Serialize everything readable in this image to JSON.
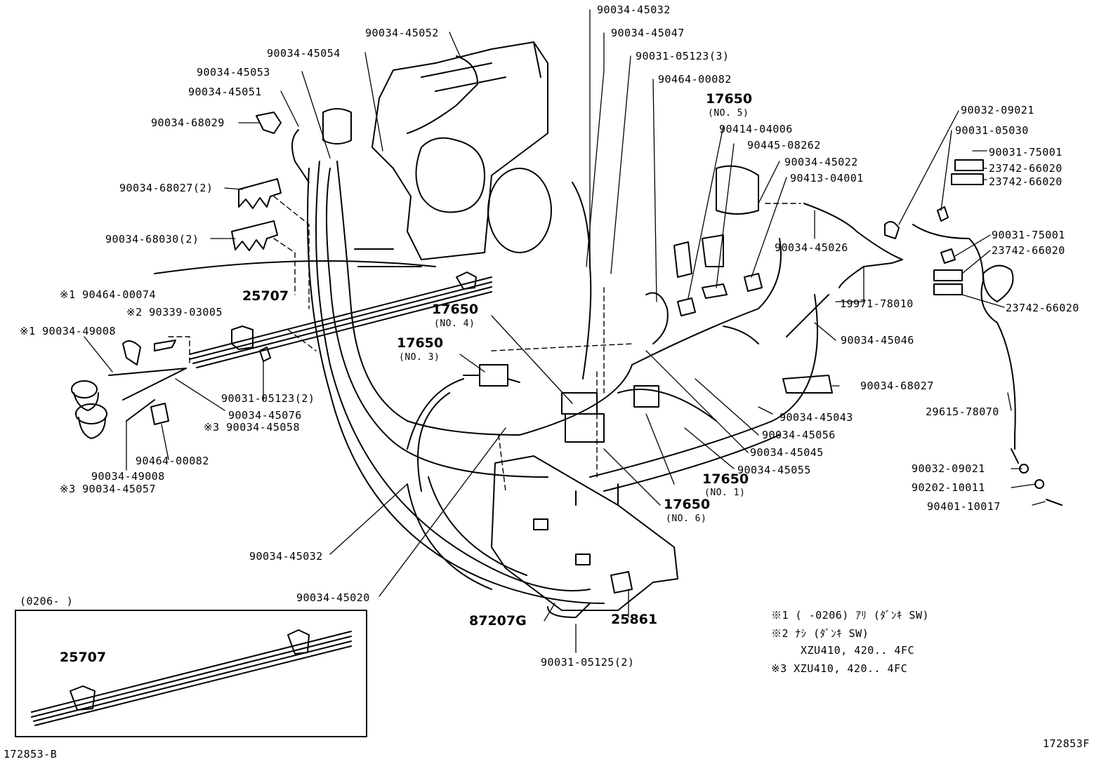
{
  "parts": {
    "p_45032_top": "90034-45032",
    "p_45047": "90034-45047",
    "p_05123_3": "90031-05123(3)",
    "p_00082_top": "90464-00082",
    "p_17650_no5": "17650",
    "p_no5": "(NO. 5)",
    "p_04006": "90414-04006",
    "p_08262": "90445-08262",
    "p_45022": "90034-45022",
    "p_04001": "90413-04001",
    "p_45026": "90034-45026",
    "p_78010": "19971-78010",
    "p_45046": "90034-45046",
    "p_68027_r": "90034-68027",
    "p_45043": "90034-45043",
    "p_45056": "90034-45056",
    "p_45045": "90034-45045",
    "p_45055": "90034-45055",
    "p_17650_no1": "17650",
    "p_no1": "(NO. 1)",
    "p_17650_no6": "17650",
    "p_no6": "(NO. 6)",
    "p_45052": "90034-45052",
    "p_45054": "90034-45054",
    "p_45053": "90034-45053",
    "p_45051": "90034-45051",
    "p_68029": "90034-68029",
    "p_68027_2": "90034-68027(2)",
    "p_68030_2": "90034-68030(2)",
    "p_note1_00074": "※1 90464-00074",
    "p_25707": "25707",
    "p_note2_03005": "※2 90339-03005",
    "p_note1_49008": "※1 90034-49008",
    "p_17650_no4": "17650",
    "p_no4": "(NO. 4)",
    "p_17650_no3": "17650",
    "p_no3": "(NO. 3)",
    "p_05123_2": "90031-05123(2)",
    "p_45076": "90034-45076",
    "p_note3_45058": "※3 90034-45058",
    "p_00082_l": "90464-00082",
    "p_49008": "90034-49008",
    "p_note3_45057": "※3 90034-45057",
    "p_45032_b": "90034-45032",
    "p_45020": "90034-45020",
    "p_87207g": "87207G",
    "p_25861": "25861",
    "p_05125_2": "90031-05125(2)",
    "p_09021_top": "90032-09021",
    "p_05030": "90031-05030",
    "p_75001_a": "90031-75001",
    "p_66020_a": "23742-66020",
    "p_66020_b": "23742-66020",
    "p_75001_b": "90031-75001",
    "p_66020_c": "23742-66020",
    "p_66020_d": "23742-66020",
    "p_78070": "29615-78070",
    "p_09021_b": "90032-09021",
    "p_10011": "90202-10011",
    "p_10017": "90401-10017"
  },
  "notes": {
    "n1": "※1 (    -0206) ｱﾘ (ﾀﾞﾝｷ SW)",
    "n2a": "※2 ﾅｼ (ﾀﾞﾝｷ SW)",
    "n2b": "XZU410, 420.. 4FC",
    "n3": "※3 XZU410, 420.. 4FC"
  },
  "inset": {
    "range": "(0206-    )",
    "part": "25707"
  },
  "figure_ids": {
    "bottom_left": "172853-B",
    "bottom_right": "172853F"
  }
}
